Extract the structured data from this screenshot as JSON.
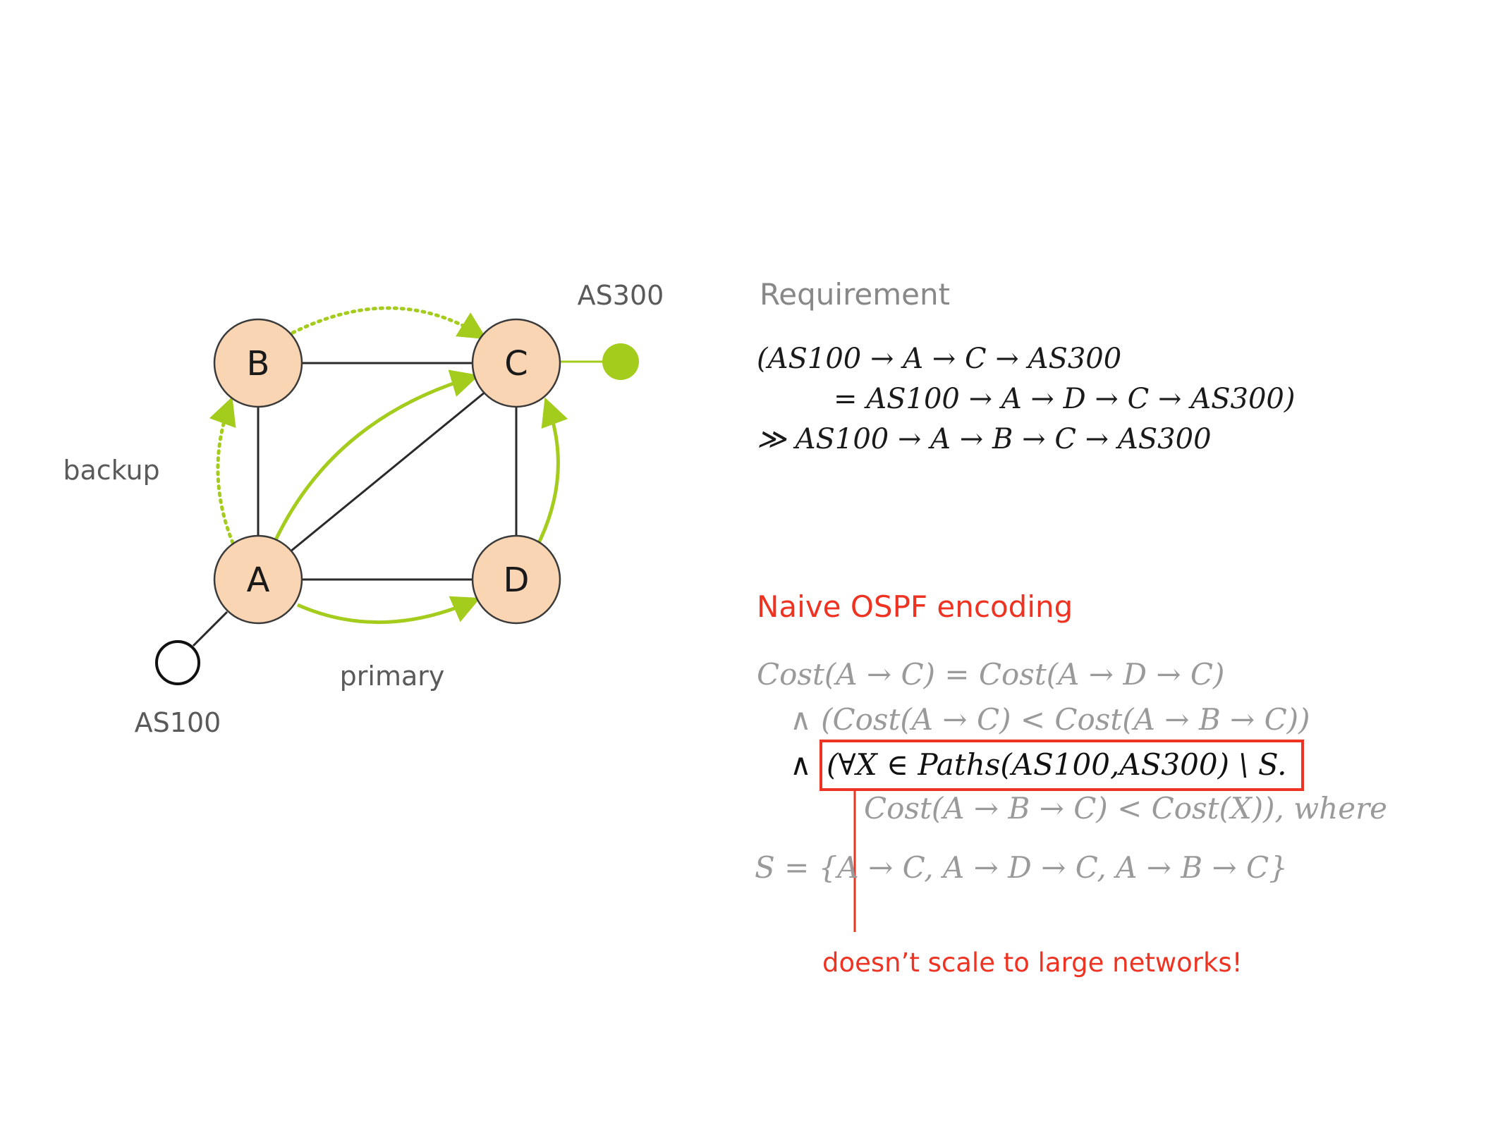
{
  "diagram": {
    "nodes": [
      {
        "id": "A",
        "label": "A"
      },
      {
        "id": "B",
        "label": "B"
      },
      {
        "id": "C",
        "label": "C"
      },
      {
        "id": "D",
        "label": "D"
      }
    ],
    "external": {
      "as100_label": "AS100",
      "as300_label": "AS300"
    },
    "path_labels": {
      "backup": "backup",
      "primary": "primary"
    },
    "colors": {
      "node_fill": "#fad5b3",
      "path_green": "#a4cc1c",
      "highlight_red": "#ee3322"
    }
  },
  "requirement": {
    "heading": "Requirement",
    "lines": [
      "(AS100 → A → C → AS300",
      "= AS100 → A → D → C → AS300)",
      "≫ AS100 → A → B → C → AS300"
    ]
  },
  "encoding": {
    "heading": "Naive OSPF encoding",
    "lines": [
      "Cost(A → C) = Cost(A → D → C)",
      "∧ (Cost(A → C) < Cost(A → B → C))",
      "∧ ",
      "(∀X ∈ Paths(AS100,AS300) \\ S.",
      "Cost(A → B → C) < Cost(X)), where",
      "S = {A → C, A → D → C, A → B → C}"
    ],
    "note": "doesn’t scale to large networks!"
  }
}
